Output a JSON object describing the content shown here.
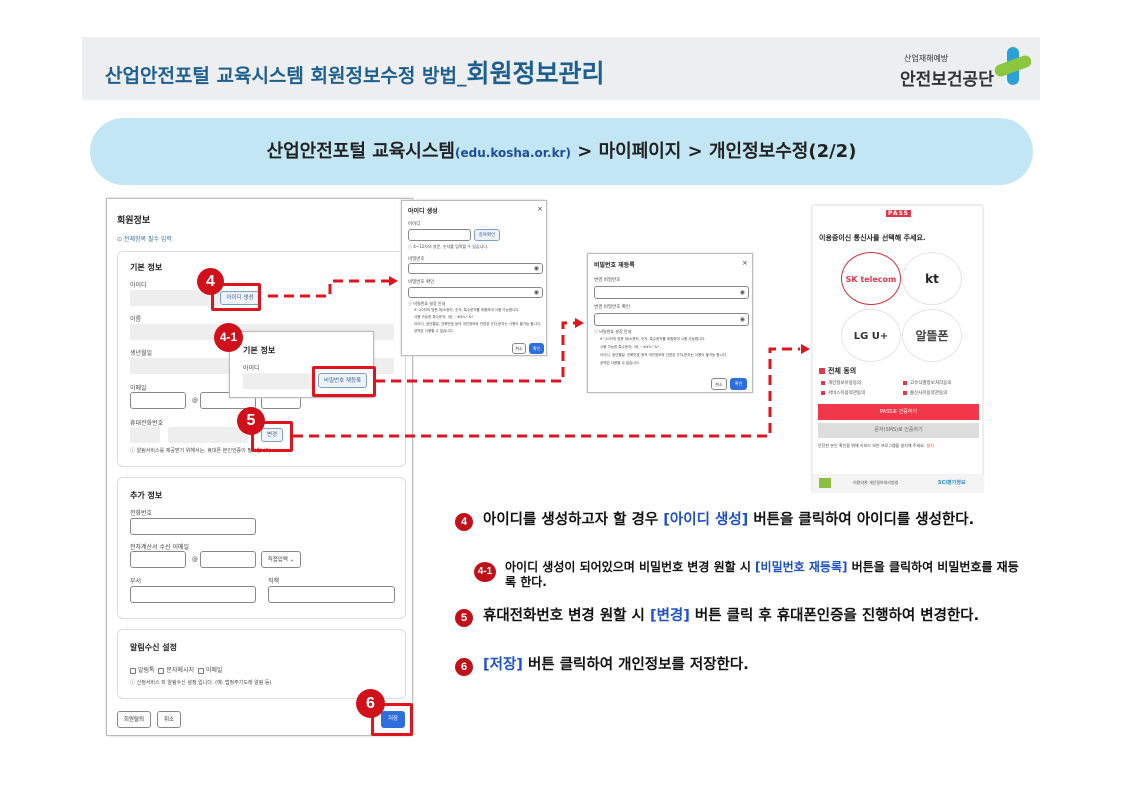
{
  "header": {
    "title_prefix": "산업안전포털 교육시스템 회원정보수정 방법_",
    "title_main": "회원정보관리",
    "logo_sub": "산업재해예방",
    "logo_main": "안전보건공단"
  },
  "banner": {
    "part1": "산업안전포털 교육시스템",
    "url": "(edu.kosha.or.kr)",
    "part2": " > 마이페이지 > 개인정보수정(2/2)"
  },
  "form": {
    "title": "회원정보",
    "required_note": "⊙ 전체항목 필수 입력",
    "basic": {
      "title": "기본 정보",
      "id_label": "아이디",
      "create_id_button": "아이디 생성",
      "name_label": "이름",
      "birth_label": "생년월일",
      "email_label": "이메일",
      "at": "@",
      "phone_label": "휴대전화번호",
      "change_button": "변경",
      "phone_note": "ⓘ 알림서비스를 제공받기 위해서는, 휴대폰 본인인증이 필요합니다."
    },
    "extra": {
      "title": "추가 정보",
      "tel_label": "전화번호",
      "tax_email_label": "전자계산서 수신 이메일",
      "at": "@",
      "select_value": "직접입력",
      "dept_label": "부서",
      "position_label": "직책"
    },
    "alarm": {
      "title": "알림수신 설정",
      "options": [
        "알림톡",
        "문자메시지",
        "이메일"
      ],
      "note": "ⓘ 신청서비스 외 알림수신 설정 입니다. (예: 법정주기도래 알림 등)"
    },
    "withdraw_button": "회원탈퇴",
    "cancel_button": "취소",
    "save_button": "저장"
  },
  "popup41": {
    "title": "기본 정보",
    "id_label": "아이디",
    "repw_button": "비밀번호 재등록"
  },
  "modal_id": {
    "title": "아이디 생성",
    "close": "×",
    "id_label": "아이디",
    "check_button": "중복확인",
    "id_note": "ⓘ 4~12자의 영문, 숫자를 입력할 수 있습니다.",
    "pw_label": "비밀번호",
    "pw_confirm_label": "비밀번호 확인",
    "guide_title": "ⓘ 비밀번호 설정 안내",
    "guide": [
      "9~20자의 영문 대/소문자, 숫자, 특수문자를 조합하여 사용 가능합니다.",
      "사용 가능한 특수문자: !@_~#$%^&*",
      "아이디, 생년월일, 전화번호 등의 개인정보와 관련된 숫자,문자는 사용이 불가능 합니다.",
      "공백은 사용할 수 없습니다."
    ],
    "cancel": "취소",
    "ok": "확인"
  },
  "modal_pw": {
    "title": "비밀번호 재등록",
    "close": "×",
    "pw_label": "변경 비밀번호",
    "pw_confirm_label": "변경 비밀번호 확인",
    "guide_title": "ⓘ 비밀번호 설정 안내",
    "guide": [
      "9~20자의 영문 대/소문자, 숫자, 특수문자를 조합하여 사용 가능합니다.",
      "사용 가능한 특수문자: !@_~#$%^&*",
      "아이디, 생년월일, 전화번호 등의 개인정보와 관련된 숫자,문자는 사용이 불가능 합니다.",
      "공백은 사용할 수 없습니다."
    ],
    "cancel": "취소",
    "ok": "확인"
  },
  "pass": {
    "logo": "PASS",
    "prompt": "이용중이신 통신사를 선택해 주세요.",
    "carriers": [
      "SK telecom",
      "kt",
      "LG U+",
      "알뜰폰"
    ],
    "agree_all": "전체 동의",
    "agreements": [
      "개인정보이용동의",
      "고유식별정보처리동의",
      "서비스이용약관동의",
      "통신사이용약관동의"
    ],
    "pass_button": "PASS로 인증하기",
    "sms_button": "문자(SMS)로 인증하기",
    "note": "안전한 본인 확인을 위해 키보드 보안 프로그램을 설치해 주세요.",
    "note_link": "설치",
    "footer_left": "이용약관  개인정보처리방침",
    "footer_right": "SCI평가정보"
  },
  "badges": {
    "b4": "4",
    "b41": "4-1",
    "b5": "5",
    "b6": "6"
  },
  "instructions": [
    {
      "num": "4",
      "pre": "아이디를 생성하고자 할 경우 ",
      "hl": "[아이디 생성]",
      "post": " 버튼을 클릭하여 아이디를 생성한다."
    },
    {
      "num": "4-1",
      "pre": "아이디 생성이 되어있으며 비밀번호 변경 원할 시 ",
      "hl": "[비밀번호 재등록]",
      "post": " 버튼을 클릭하여 비밀번호를 재등록 한다."
    },
    {
      "num": "5",
      "pre": "휴대전화번호 변경 원할 시 ",
      "hl": "[변경]",
      "post": " 버튼 클릭 후 휴대폰인증을 진행하여 변경한다."
    },
    {
      "num": "6",
      "pre": "",
      "hl": "[저장]",
      "post": " 버튼 클릭하여 개인정보를 저장한다."
    }
  ],
  "colors": {
    "accent_red": "#d0101a",
    "link_blue": "#1e50c8",
    "title_blue": "#1d5f8f",
    "banner_bg": "#c3e6f4"
  }
}
